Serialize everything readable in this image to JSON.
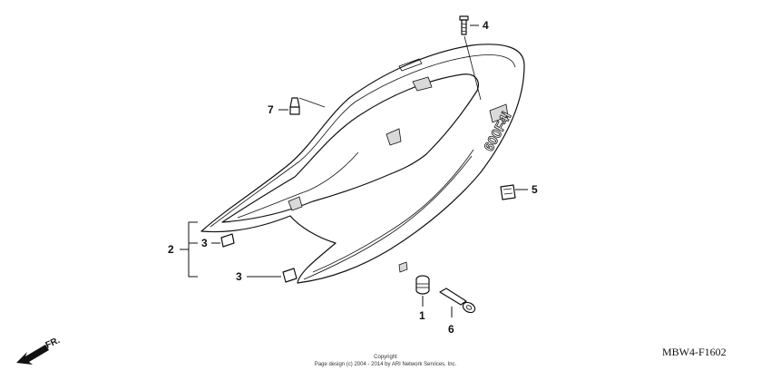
{
  "callouts": [
    {
      "id": "1",
      "label": "1"
    },
    {
      "id": "2",
      "label": "2"
    },
    {
      "id": "3a",
      "label": "3"
    },
    {
      "id": "3b",
      "label": "3"
    },
    {
      "id": "4",
      "label": "4"
    },
    {
      "id": "5",
      "label": "5"
    },
    {
      "id": "6",
      "label": "6"
    },
    {
      "id": "7",
      "label": "7"
    }
  ],
  "cowl_badge": "600F4i",
  "direction_arrow": {
    "label": "FR.",
    "icon": "front-direction-arrow-icon"
  },
  "copyright": {
    "line1": "Copyright",
    "line2": "Page design (c) 2004 - 2014 by ARI Network Services, Inc."
  },
  "diagram_code": "MBW4-F1602"
}
